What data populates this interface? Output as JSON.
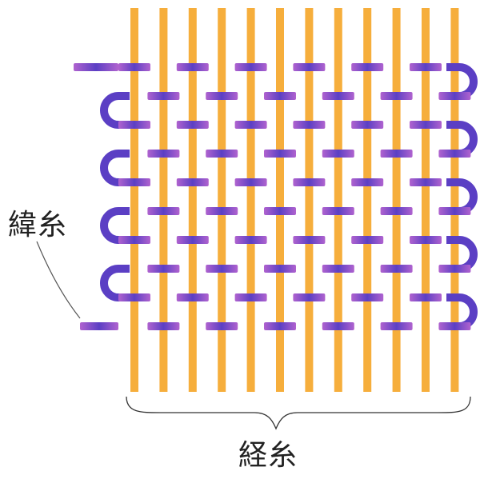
{
  "labels": {
    "weft": "緯糸",
    "warp": "経糸"
  },
  "colors": {
    "warp": "#F6AE3C",
    "weft_dark": "#5B3FC4",
    "weft_light": "#B063CF",
    "background": "#FFFFFF",
    "leader_line": "#555555"
  },
  "weave": {
    "warp_count": 12,
    "weft_count": 10,
    "pattern": "plain"
  }
}
